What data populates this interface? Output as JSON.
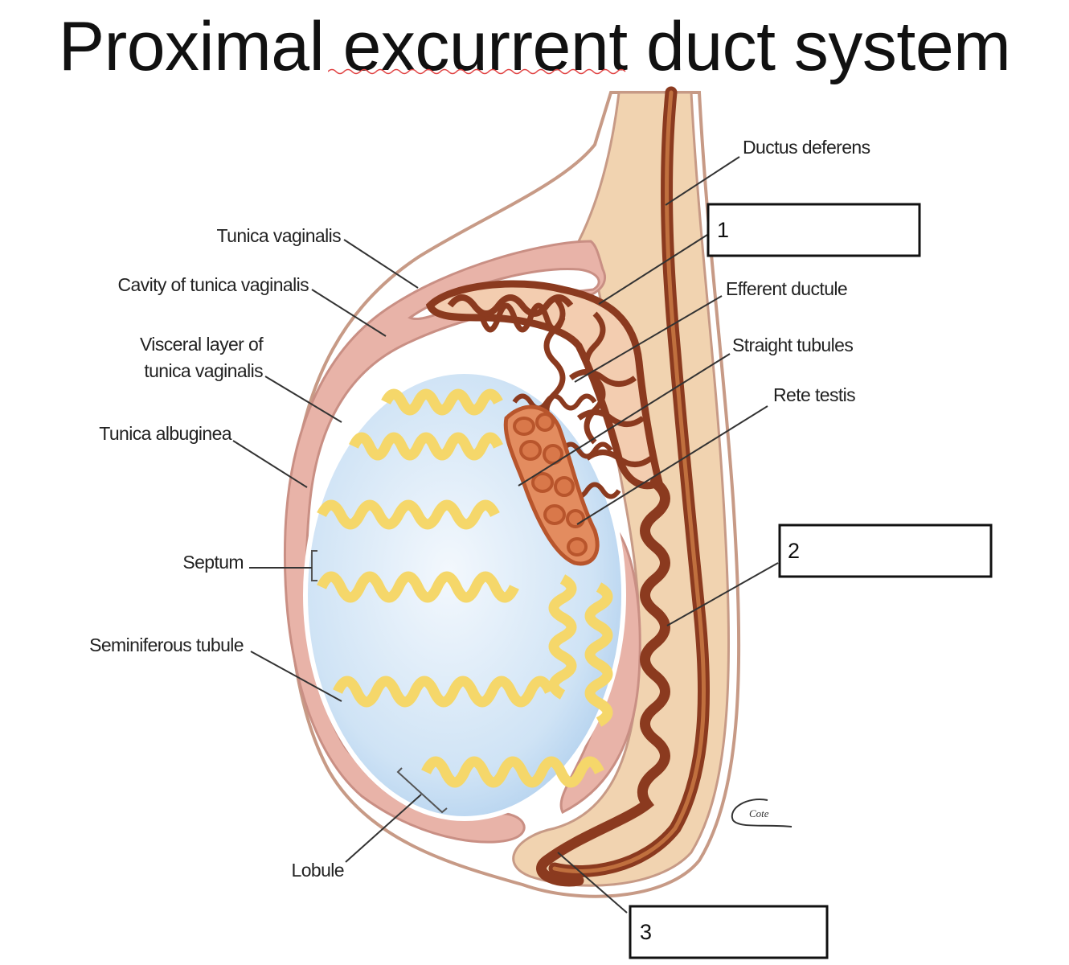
{
  "title": "Proximal excurrent duct system",
  "labels": {
    "ductus_deferens": "Ductus deferens",
    "tunica_vaginalis": "Tunica vaginalis",
    "cavity_tunica_vaginalis": "Cavity of tunica vaginalis",
    "visceral_layer_line1": "Visceral layer of",
    "visceral_layer_line2": "tunica vaginalis",
    "tunica_albuginea": "Tunica albuginea",
    "efferent_ductule": "Efferent ductule",
    "straight_tubules": "Straight tubules",
    "rete_testis": "Rete testis",
    "septum": "Septum",
    "seminiferous_tubule": "Seminiferous tubule",
    "lobule": "Lobule"
  },
  "answer_boxes": [
    {
      "number": "1"
    },
    {
      "number": "2"
    },
    {
      "number": "3"
    }
  ],
  "signature": "Cote",
  "colors": {
    "scrotal_skin": "#f1d3b0",
    "tunica_vaginalis_pink": "#e8b3a8",
    "duct_dark_brown": "#8b3a1f",
    "rete_orange": "#c8603a",
    "tubule_yellow": "#f5d76a",
    "testis_blue": "#cfe3f5"
  }
}
